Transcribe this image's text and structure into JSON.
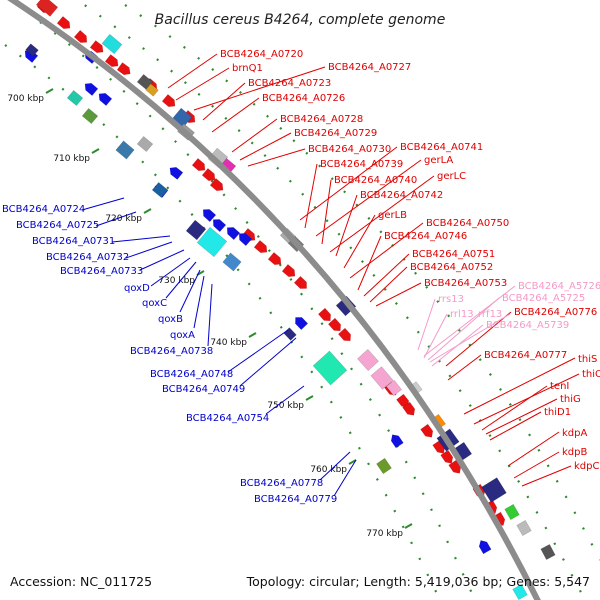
{
  "title": "Bacillus cereus B4264, complete genome",
  "footer": {
    "accession": "Accession: NC_011725",
    "summary": "Topology: circular; Length: 5,419,036 bp; Genes: 5,547"
  },
  "colors": {
    "backbone": "#8c8c8c",
    "forward_label": "#e00000",
    "reverse_label": "#0000cc",
    "rna_label": "#f49ac8",
    "tick": "#2e8b2e",
    "forward_gene": "#e81010",
    "reverse_gene": "#1010e0",
    "rna_gene": "#f4a6d0"
  },
  "ticks": [
    "700 kbp",
    "710 kbp",
    "720 kbp",
    "730 kbp",
    "740 kbp",
    "750 kbp",
    "760 kbp",
    "770 kbp"
  ],
  "forward_labels": [
    "BCB4264_A0720",
    "brnQ1",
    "BCB4264_A0727",
    "BCB4264_A0723",
    "BCB4264_A0726",
    "BCB4264_A0728",
    "BCB4264_A0729",
    "BCB4264_A0730",
    "BCB4264_A0741",
    "BCB4264_A0739",
    "gerLA",
    "BCB4264_A0740",
    "gerLC",
    "BCB4264_A0742",
    "gerLB",
    "BCB4264_A0750",
    "BCB4264_A0746",
    "BCB4264_A0751",
    "BCB4264_A0752",
    "BCB4264_A0753",
    "BCB4264_A0776",
    "BCB4264_A0777",
    "thiS",
    "thiO",
    "tenI",
    "thiG",
    "thiD1",
    "kdpA",
    "kdpB",
    "kdpC"
  ],
  "reverse_labels": [
    "BCB4264_A0724",
    "BCB4264_A0725",
    "BCB4264_A0731",
    "BCB4264_A0732",
    "BCB4264_A0733",
    "qoxD",
    "qoxC",
    "qoxB",
    "qoxA",
    "BCB4264_A0738",
    "BCB4264_A0748",
    "BCB4264_A0749",
    "BCB4264_A0754",
    "BCB4264_A0778",
    "BCB4264_A0779"
  ],
  "rna_labels": [
    "BCB4264_A5726",
    "rrs13",
    "BCB4264_A5725",
    "rrl13",
    "rrf13",
    "BCB4264_A5739"
  ]
}
